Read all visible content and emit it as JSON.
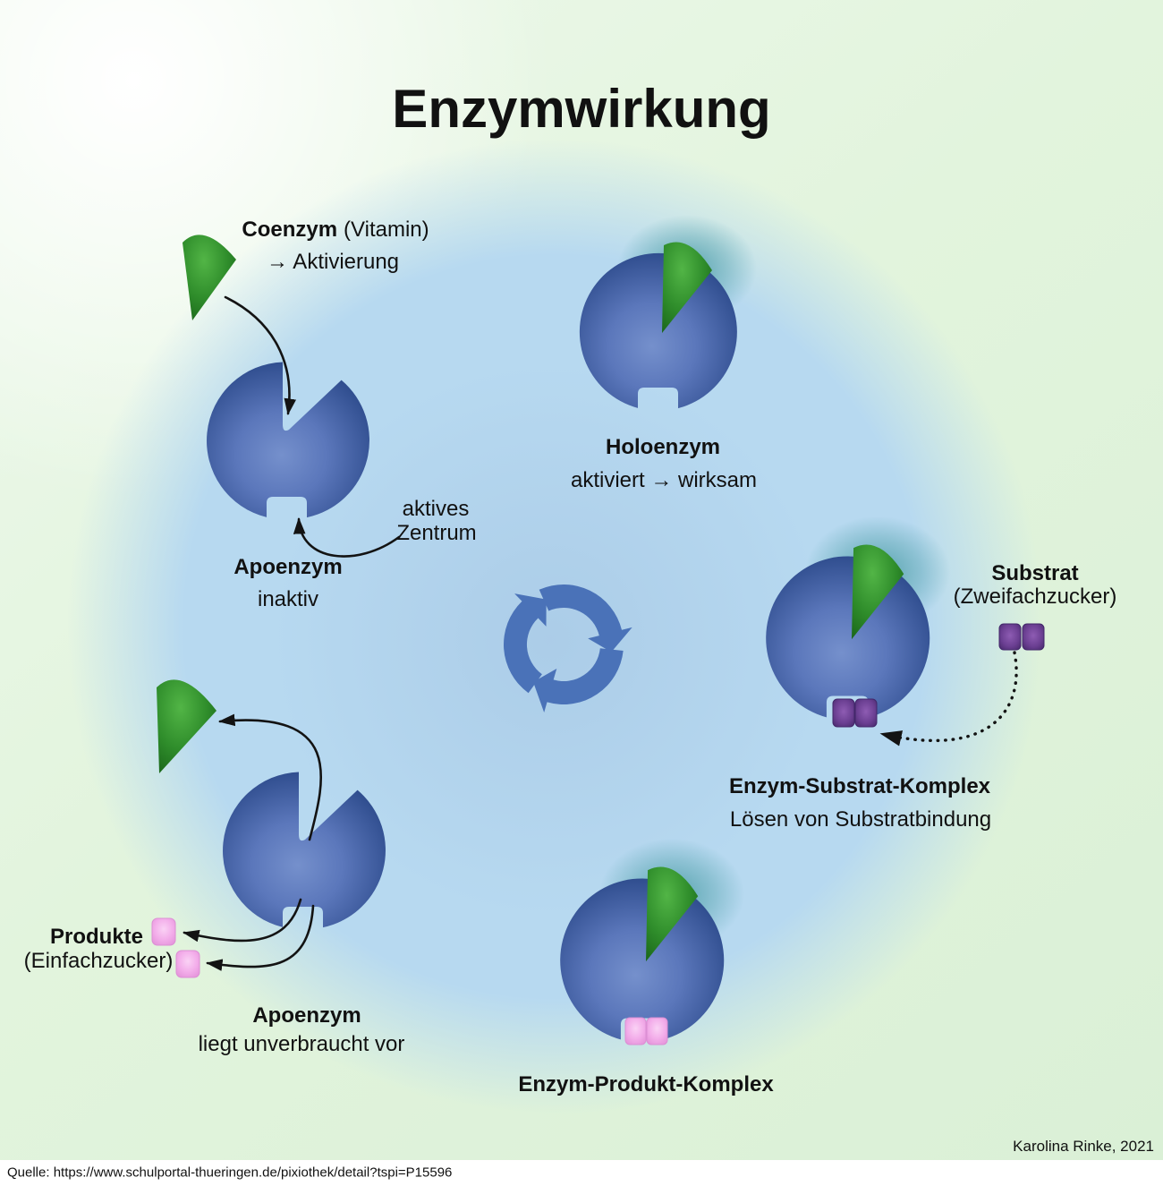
{
  "title": "Enzymwirkung",
  "credit": "Karolina Rinke, 2021",
  "source_line": "Quelle: https://www.schulportal-thueringen.de/pixiothek/detail?tspi=P15596",
  "labels": {
    "coenzym": {
      "name": "Coenzym",
      "qualifier": "(Vitamin)",
      "action": "→ Aktivierung"
    },
    "apoenzym_start": {
      "name": "Apoenzym",
      "state": "inaktiv"
    },
    "aktives_zentrum": {
      "line1": "aktives",
      "line2": "Zentrum"
    },
    "holoenzym": {
      "name": "Holoenzym",
      "state": "aktiviert → wirksam"
    },
    "substrat": {
      "name": "Substrat",
      "qualifier": "(Zweifachzucker)"
    },
    "enzym_substrat_komplex": {
      "name": "Enzym-Substrat-Komplex",
      "state": "Lösen von Substratbindung"
    },
    "enzym_produkt_komplex": {
      "name": "Enzym-Produkt-Komplex"
    },
    "produkte": {
      "name": "Produkte",
      "qualifier": "(Einfachzucker)"
    },
    "apoenzym_end": {
      "name": "Apoenzym",
      "state": "liegt unverbraucht vor"
    }
  },
  "icons": {
    "cycle": "recycle-cycle-arrows",
    "enzyme": "blue-disc-with-wedge-cut-and-notch",
    "coenzyme": "green-wedge",
    "substrate": "two-purple-squares",
    "product": "two-pink-squares"
  },
  "colors": {
    "enzyme_blue_dark": "#2d4b8c",
    "enzyme_blue_light": "#7590cc",
    "coenzyme_green": "#2f8d2b",
    "substrate_purple": "#6b3f92",
    "product_pink": "#f3aeea",
    "cycle_arrow_blue": "#4a72b8",
    "background_green": "#e1f4dc",
    "background_blue": "#b7d9f0",
    "text": "#111111"
  }
}
